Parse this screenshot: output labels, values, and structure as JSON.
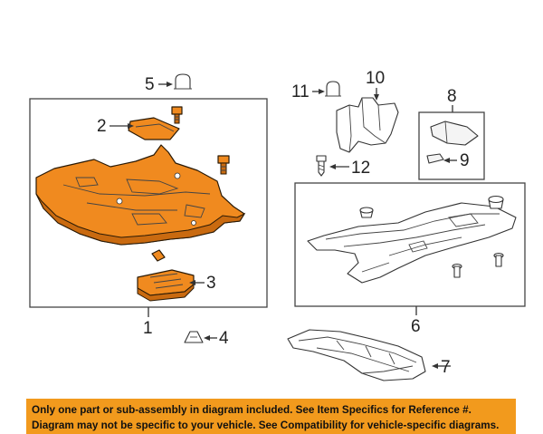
{
  "callouts": {
    "c1": "1",
    "c2": "2",
    "c3": "3",
    "c4": "4",
    "c5": "5",
    "c6": "6",
    "c7": "7",
    "c8": "8",
    "c9": "9",
    "c10": "10",
    "c11": "11",
    "c12": "12"
  },
  "notice": {
    "line1": "Only one part or sub-assembly in diagram included. See Item Specifics for Reference #.",
    "line2": "Diagram may not be specific to your vehicle. See Compatibility for vehicle-specific diagrams."
  },
  "colors": {
    "highlight": "#f08a1f",
    "banner": "#f29a1d"
  }
}
